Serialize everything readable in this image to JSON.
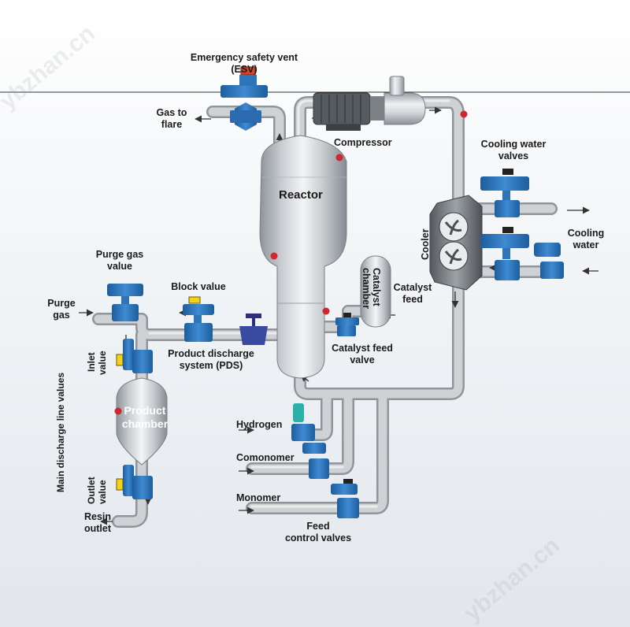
{
  "watermarks": [
    "ybzhan.cn",
    "ybzhan.cn"
  ],
  "labels": {
    "esv_line1": "Emergency safety vent",
    "esv_line2": "(ESV)",
    "gas_flare_line1": "Gas to",
    "gas_flare_line2": "flare",
    "compressor": "Compressor",
    "reactor": "Reactor",
    "cooling_valves_line1": "Cooling water",
    "cooling_valves_line2": "valves",
    "cooler": "Cooler",
    "cooling_water_line1": "Cooling",
    "cooling_water_line2": "water",
    "catalyst_chamber_line1": "Catalyst",
    "catalyst_chamber_line2": "chamber",
    "catalyst_feed_line1": "Catalyst",
    "catalyst_feed_line2": "feed",
    "catalyst_feed_valve_line1": "Catalyst feed",
    "catalyst_feed_valve_line2": "valve",
    "purge_valve_line1": "Purge gas",
    "purge_valve_line2": "value",
    "purge_gas_line1": "Purge",
    "purge_gas_line2": "gas",
    "block_value": "Block value",
    "pds_line1": "Product discharge",
    "pds_line2": "system (PDS)",
    "inlet_line1": "Inlet",
    "inlet_line2": "value",
    "main_discharge": "Main discharge line values",
    "product_chamber_line1": "Product",
    "product_chamber_line2": "chamber",
    "outlet_line1": "Outlet",
    "outlet_line2": "value",
    "resin_line1": "Resin",
    "resin_line2": "outlet",
    "hydrogen": "Hydrogen",
    "comonomer": "Comonomer",
    "monomer": "Monomer",
    "feed_ctrl_line1": "Feed",
    "feed_ctrl_line2": "control valves"
  },
  "colors": {
    "pipe": "#c9ccd0",
    "pipe_edge": "#8f959b",
    "valve": "#2f73b8",
    "actuator": "#38a5cf",
    "yellow": "#f3d21a",
    "dot": "#d0262d"
  }
}
